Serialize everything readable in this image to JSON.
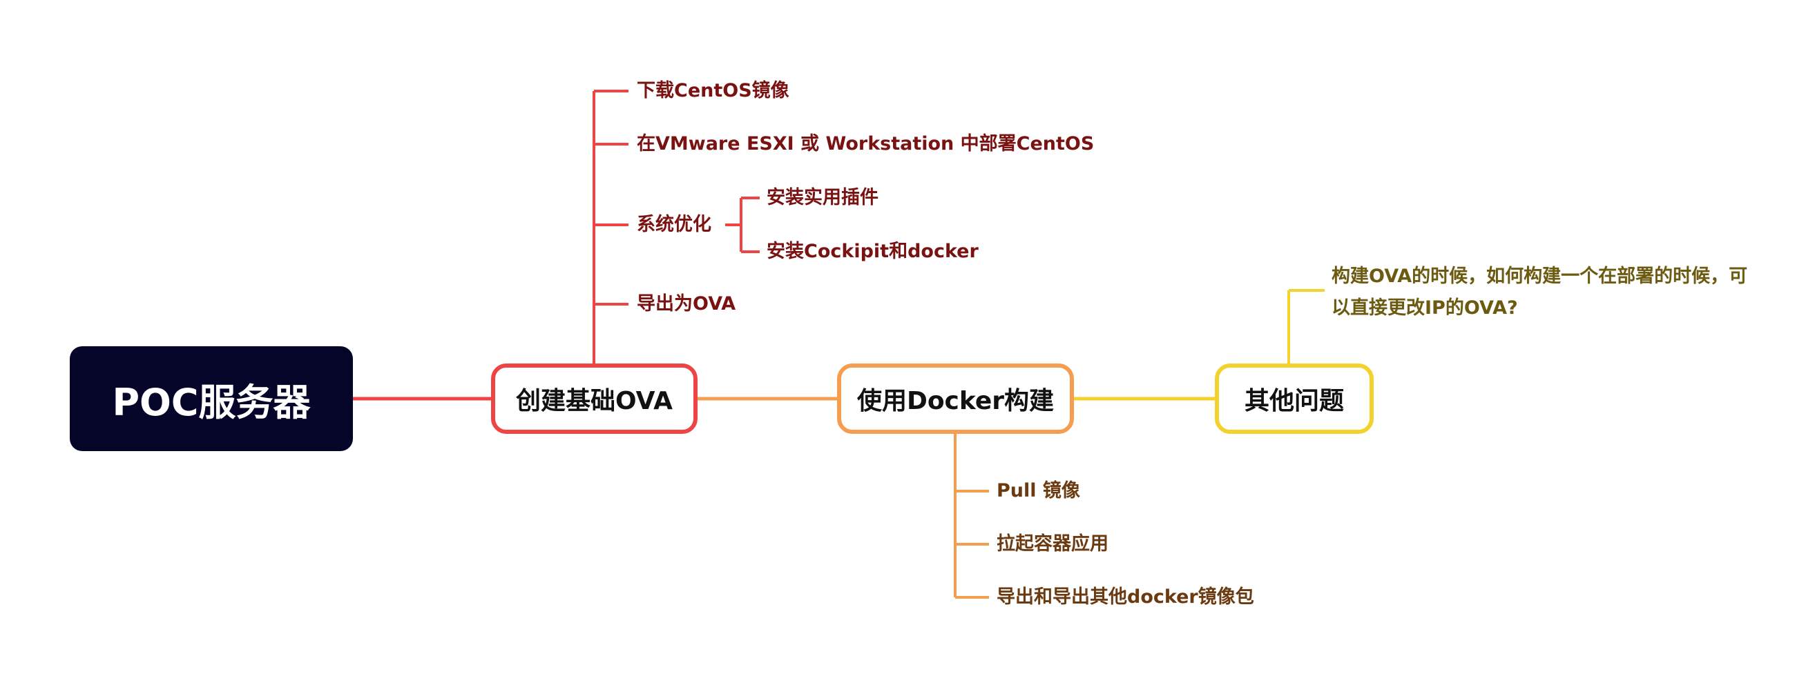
{
  "colors": {
    "root_bg": "#050529",
    "ova_branch": "#ef4444",
    "docker_branch": "#f59e4f",
    "other_branch": "#f4d22e"
  },
  "root": {
    "label": "POC服务器"
  },
  "branches": {
    "ova": {
      "label": "创建基础OVA",
      "items": [
        "下载CentOS镜像",
        "在VMware ESXI 或 Workstation 中部署CentOS",
        "系统优化",
        "导出为OVA"
      ],
      "sub_items": [
        "安装实用插件",
        "安装Cockipit和docker"
      ]
    },
    "docker": {
      "label": "使用Docker构建",
      "items": [
        "Pull 镜像",
        "拉起容器应用",
        "导出和导出其他docker镜像包"
      ]
    },
    "other": {
      "label": "其他问题",
      "items": [
        "构建OVA的时候，如何构建一个在部署的时候，可以直接更改IP的OVA?"
      ]
    }
  }
}
